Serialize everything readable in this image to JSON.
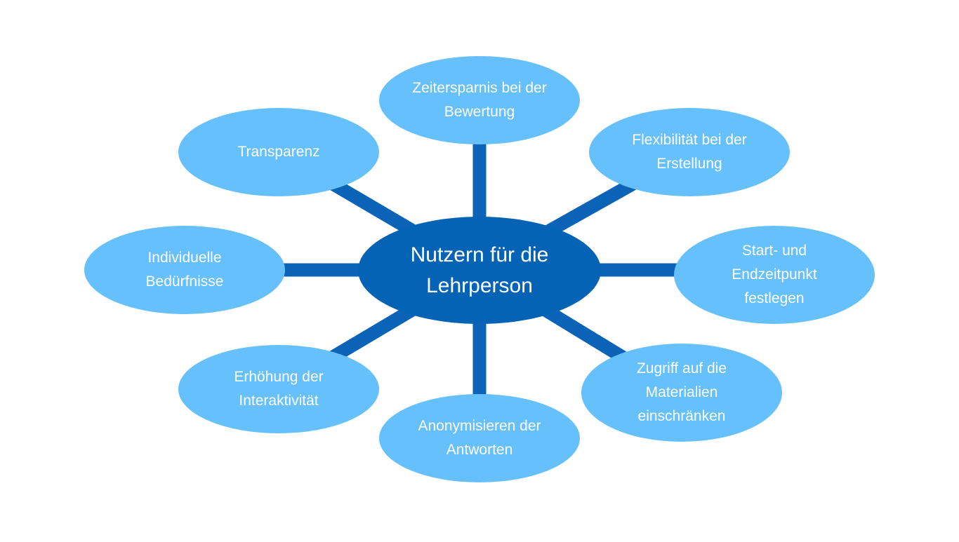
{
  "center": {
    "label": "Nutzern für die Lehrperson"
  },
  "topics": [
    {
      "label": "Zeitersparnis bei der Bewertung"
    },
    {
      "label": "Flexibilität bei der Erstellung"
    },
    {
      "label": "Start- und Endzeitpunkt festlegen"
    },
    {
      "label": "Zugriff auf die Materialien einschränken"
    },
    {
      "label": "Anonymisieren der Antworten"
    },
    {
      "label": "Erhöhung der Interaktivität"
    },
    {
      "label": "Individuelle Bedürfnisse"
    },
    {
      "label": "Transparenz"
    }
  ],
  "colors": {
    "center_fill": "#0563b5",
    "topic_fill": "#66c0fb",
    "connector": "#0a63b6",
    "text": "#ffffff"
  }
}
